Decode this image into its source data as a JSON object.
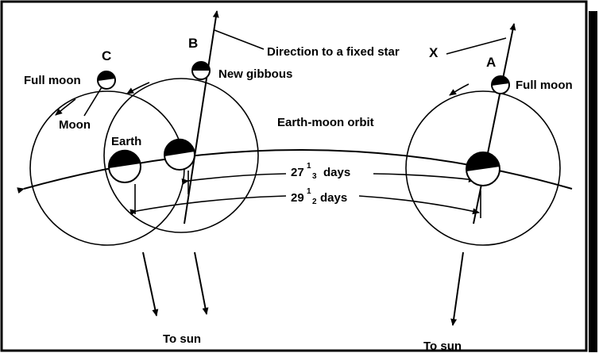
{
  "labels": {
    "c": "C",
    "b": "B",
    "a": "A",
    "x": "X",
    "direction": "Direction to a fixed star",
    "full_moon_c": "Full moon",
    "full_moon_a": "Full moon",
    "new_gibbous": "New gibbous",
    "moon": "Moon",
    "earth": "Earth",
    "orbit": "Earth-moon orbit",
    "days_27": "27",
    "days_27_sup": "1",
    "days_27_sub": "3",
    "days_27_unit": "days",
    "days_29": "29",
    "days_29_sup": "1",
    "days_29_sub": "2",
    "days_29_unit": "days",
    "to_sun_left": "To sun",
    "to_sun_right": "To sun"
  },
  "colors": {
    "ink": "#000000",
    "paper": "#ffffff"
  }
}
